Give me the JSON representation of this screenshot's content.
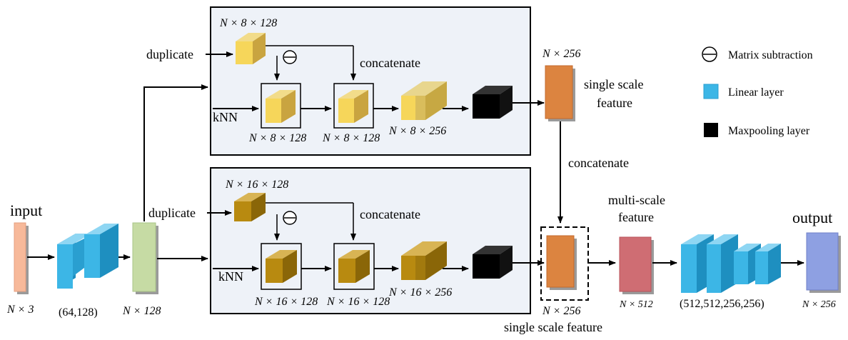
{
  "labels": {
    "input": "input",
    "output": "output",
    "duplicate_top": "duplicate",
    "duplicate_bottom": "duplicate",
    "knn_top": "kNN",
    "knn_bottom": "kNN",
    "concatenate_top": "concatenate",
    "concatenate_bottom": "concatenate",
    "concatenate_middle": "concatenate",
    "single_scale_feature_top_line1": "single scale",
    "single_scale_feature_top_line2": "feature",
    "single_scale_feature_bottom": "single scale feature",
    "multi_scale_line1": "multi-scale",
    "multi_scale_line2": "feature"
  },
  "dims": {
    "input_dim": "N × 3",
    "first_linear": "(64,128)",
    "after_linear": "N × 128",
    "top_dup": "N × 8 × 128",
    "top_knn": "N × 8 × 128",
    "top_sub": "N × 8 × 128",
    "top_concat": "N × 8 × 256",
    "top_single": "N × 256",
    "bot_dup": "N × 16 × 128",
    "bot_knn": "N × 16 × 128",
    "bot_sub": "N × 16 × 128",
    "bot_concat": "N × 16 × 256",
    "bot_single": "N × 256",
    "multi": "N × 512",
    "final_linear": "(512,512,256,256)",
    "output_dim": "N × 256"
  },
  "legend": [
    {
      "icon": "matrix-subtraction-icon",
      "label": "Matrix subtraction"
    },
    {
      "icon": "linear-layer-icon",
      "label": "Linear layer",
      "color": "#3cb6e6"
    },
    {
      "icon": "maxpooling-layer-icon",
      "label": "Maxpooling layer",
      "color": "#000000"
    }
  ],
  "colors": {
    "input": "#f7b99a",
    "linear": "#3cb6e6",
    "after_linear": "#c6dba4",
    "top_cube": "#e0c060",
    "top_cube_light": "#f6d65a",
    "bot_cube": "#b88a10",
    "single_scale": "#dc8440",
    "multi_scale": "#cf6d73",
    "output": "#8ea0e2",
    "panel": "#eef2f8"
  }
}
